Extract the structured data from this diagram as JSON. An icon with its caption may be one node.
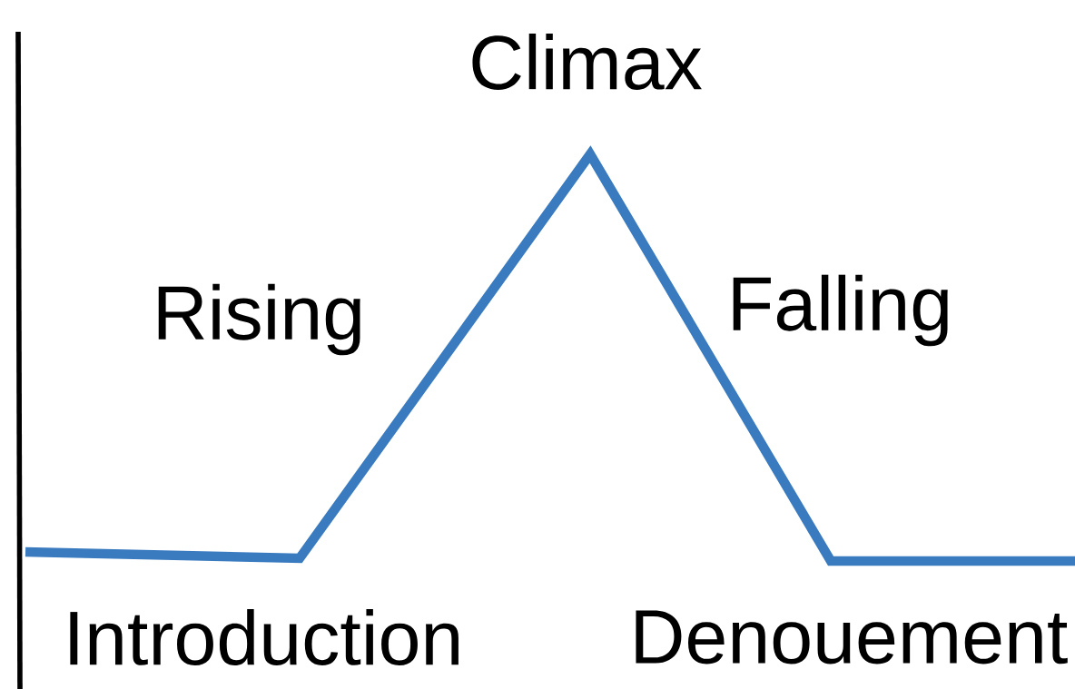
{
  "diagram": {
    "labels": [
      "Climax",
      "Rising",
      "Falling",
      "Introduction",
      "Denouement"
    ]
  }
}
